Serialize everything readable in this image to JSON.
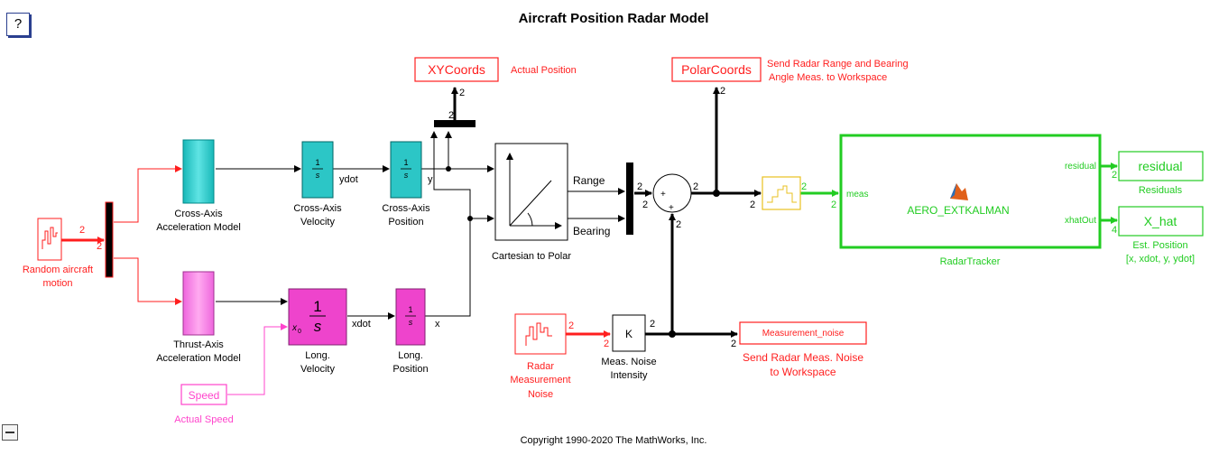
{
  "title": "Aircraft Position Radar Model",
  "help_label": "?",
  "copyright": "Copyright 1990-2020 The MathWorks, Inc.",
  "colors": {
    "red": "#ff1e1e",
    "green": "#22cc22",
    "cyan": "#1ec8c8",
    "magenta": "#ff44cc",
    "yellow": "#e8c020",
    "black": "#000000"
  },
  "blocks": {
    "random_motion": {
      "label_line1": "Random aircraft",
      "label_line2": "motion",
      "icon": "random-signal-icon"
    },
    "cross_accel": {
      "label_line1": "Cross-Axis",
      "label_line2": "Acceleration Model"
    },
    "thrust_accel": {
      "label_line1": "Thrust-Axis",
      "label_line2": "Acceleration Model"
    },
    "cross_vel": {
      "label_line1": "Cross-Axis",
      "label_line2": "Velocity",
      "numerator": "1",
      "denominator": "s"
    },
    "cross_pos": {
      "label_line1": "Cross-Axis",
      "label_line2": "Position",
      "numerator": "1",
      "denominator": "s"
    },
    "long_vel": {
      "label_line1": "Long.",
      "label_line2": "Velocity",
      "numerator": "1",
      "denominator": "s",
      "ic_label": "x",
      "ic_sub": "0"
    },
    "long_pos": {
      "label_line1": "Long.",
      "label_line2": "Position",
      "numerator": "1",
      "denominator": "s"
    },
    "cart_polar": {
      "label": "Cartesian to Polar",
      "out1": "Range",
      "out2": "Bearing"
    },
    "xycoords": {
      "label": "XYCoords",
      "annotation": "Actual Position"
    },
    "polarcoords": {
      "label": "PolarCoords",
      "annotation_line1": "Send Radar Range and Bearing",
      "annotation_line2": "Angle Meas. to Workspace"
    },
    "sum": {
      "sign1": "+",
      "sign2": "+"
    },
    "radar_tracker": {
      "fcn": "AERO_EXTKALMAN",
      "label": "RadarTracker",
      "in_port": "meas",
      "out1": "residual",
      "out2": "xhatOut"
    },
    "residual_out": {
      "label": "residual",
      "annotation": "Residuals"
    },
    "xhat_out": {
      "label": "X_hat",
      "annotation_line1": "Est. Position",
      "annotation_line2": "[x, xdot, y, ydot]"
    },
    "radar_noise": {
      "label_line1": "Radar",
      "label_line2": "Measurement",
      "label_line3": "Noise"
    },
    "gain": {
      "value": "K",
      "label_line1": "Meas. Noise",
      "label_line2": "Intensity"
    },
    "meas_noise": {
      "label": "Measurement_noise",
      "annotation_line1": "Send Radar Meas. Noise",
      "annotation_line2": "to Workspace"
    },
    "speed": {
      "label": "Speed",
      "annotation": "Actual Speed"
    }
  },
  "signals": {
    "ydot": "ydot",
    "y": "y",
    "xdot": "xdot",
    "x": "x",
    "width": "2"
  }
}
